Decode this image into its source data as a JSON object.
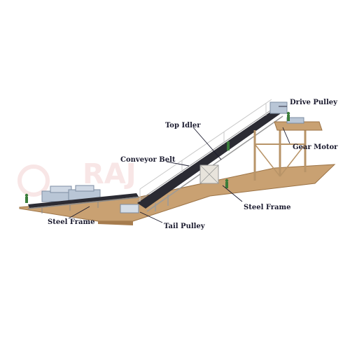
{
  "watermark": {
    "text": "RAJ"
  },
  "colors": {
    "ground": "#c9a172",
    "ground_edge": "#9c7345",
    "belt": "#2b2b33",
    "frame": "#dcd7cf",
    "machine": "#b9c6d6"
  },
  "labels": {
    "drive_pulley": "Drive Pulley",
    "top_idler": "Top Idler",
    "gear_motor": "Gear Motor",
    "conveyor_belt": "Conveyor Belt",
    "steel_frame_right": "Steel Frame",
    "steel_frame_left": "Steel Frame",
    "tail_pulley": "Tail Pulley"
  }
}
